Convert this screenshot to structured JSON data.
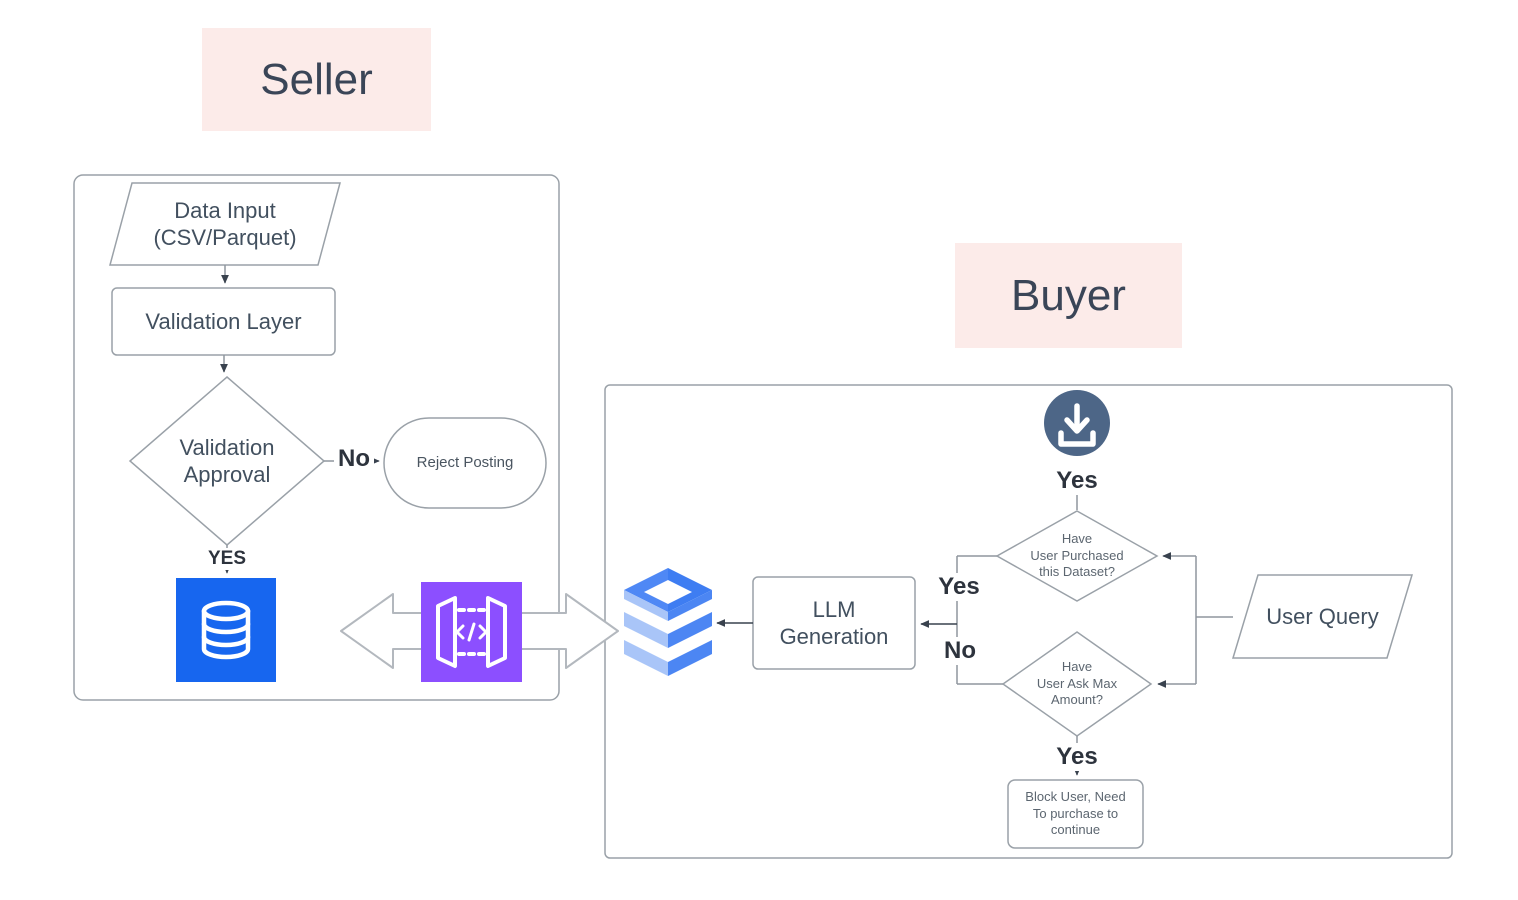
{
  "seller": {
    "section_label": "Seller",
    "data_input_line1": "Data Input",
    "data_input_line2": "(CSV/Parquet)",
    "validation_layer": "Validation Layer",
    "approval_line1": "Validation",
    "approval_line2": "Approval",
    "no_label": "No",
    "reject_posting": "Reject Posting",
    "yes_label": "YES"
  },
  "buyer": {
    "section_label": "Buyer",
    "download_yes": "Yes",
    "purchased_line1": "Have",
    "purchased_line2": "User Purchased",
    "purchased_line3": "this Dataset?",
    "user_query": "User Query",
    "yes_branch": "Yes",
    "no_branch": "No",
    "llm_line1": "LLM",
    "llm_line2": "Generation",
    "max_line1": "Have",
    "max_line2": "User Ask Max",
    "max_line3": "Amount?",
    "block_yes": "Yes",
    "block_line1": "Block User, Need",
    "block_line2": "To purchase to",
    "block_line3": "continue"
  },
  "icons": {
    "database": "database-icon",
    "api_gateway": "api-gateway-icon",
    "download": "download-icon",
    "data_stack": "data-stack-icon"
  },
  "colors": {
    "section_bg": "#fcebe9",
    "database_blue": "#1766ef",
    "gateway_purple": "#8c4fff",
    "download_slate": "#4d6687",
    "stack_blue": "#4c86f3",
    "stack_light_blue": "#a9c5f8",
    "line_gray": "#8f969e",
    "arrowhead_dark": "#39424e"
  }
}
